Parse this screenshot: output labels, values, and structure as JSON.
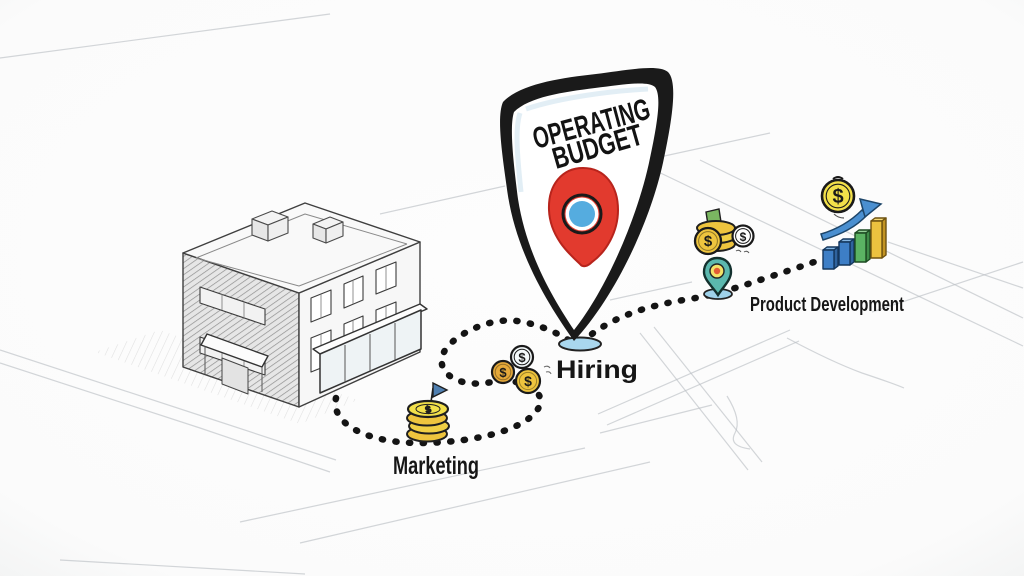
{
  "illustration": {
    "title": {
      "line1": "OPERATING",
      "line2": "BUDGET"
    },
    "stops": {
      "marketing": {
        "label": "Marketing"
      },
      "hiring": {
        "label": "Hiring"
      },
      "product_development": {
        "label": "Product Development"
      }
    },
    "currency_symbol": "$",
    "icons": [
      "office-building-sketch",
      "operating-budget-map-pin",
      "bullseye-target",
      "dotted-route",
      "coin-stack",
      "dollar-coin",
      "flag-marker",
      "location-pin",
      "growth-arrow",
      "bar-chart"
    ],
    "colors": {
      "target_red": "#e23a2e",
      "target_blue": "#55acdf",
      "pin_outline": "#1a1a1a",
      "shadow_blue": "#a9d7ee",
      "coin_yellow": "#eec43e",
      "coin_pale_yellow": "#f2e04a",
      "coin_orange": "#e5a93a",
      "bar_blue": "#3d7ec6",
      "bar_green": "#5bb363",
      "bar_yellow": "#ecc23f",
      "arrow_blue": "#4a8fd0",
      "flag_blue": "#4f7fb0",
      "pin_teal": "#5bb8ae",
      "ink": "#141414",
      "sketch_gray": "#bcc0c4"
    }
  }
}
